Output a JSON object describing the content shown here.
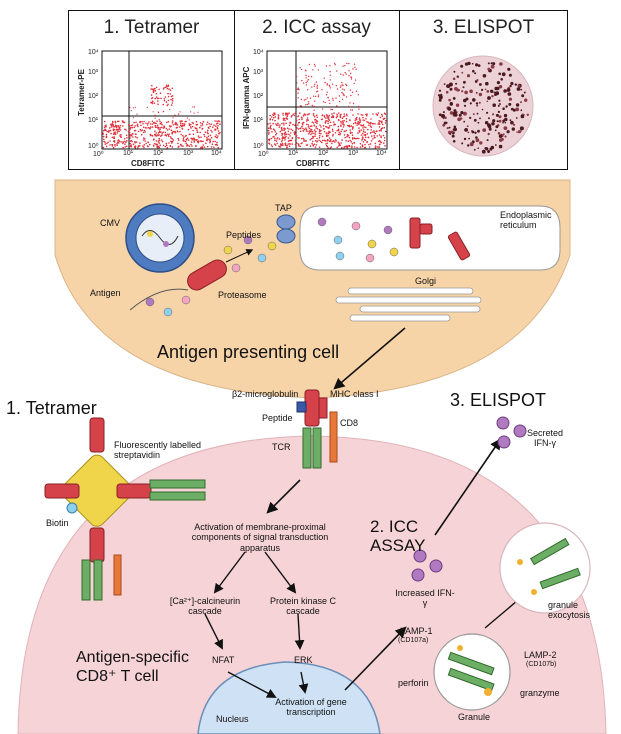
{
  "panels": {
    "tetramer": {
      "title": "1. Tetramer",
      "ylabel": "Tetramer-PE",
      "xlabel": "CD8FITC"
    },
    "icc": {
      "title": "2. ICC assay",
      "ylabel": "IFN-gamma APC",
      "xlabel": "CD8FITC"
    },
    "elispot": {
      "title": "3. ELISPOT"
    }
  },
  "ticks": {
    "x": [
      "10⁰",
      "10¹",
      "10²",
      "10³",
      "10⁴"
    ],
    "y": [
      "10⁰",
      "10¹",
      "10²",
      "10³",
      "10⁴"
    ]
  },
  "apc": {
    "cmv": "CMV",
    "peptides": "Peptides",
    "tap": "TAP",
    "er": "Endoplasmic reticulum",
    "antigen": "Antigen",
    "proteasome": "Proteasome",
    "golgi": "Golgi",
    "title": "Antigen presenting cell"
  },
  "interface": {
    "b2m": "β2-microglobulin",
    "mhc": "MHC class I",
    "peptide": "Peptide",
    "cd8": "CD8",
    "tcr": "TCR"
  },
  "tetramer": {
    "title": "1. Tetramer",
    "strep": "Fluorescently labelled streptavidin",
    "biotin": "Biotin"
  },
  "tcell": {
    "activation": "Activation of membrane-proximal components of signal transduction apparatus",
    "calcineurin": "[Ca²⁺]-calcineurin cascade",
    "pkc": "Protein kinase C cascade",
    "nfat": "NFAT",
    "erk": "ERK",
    "gene": "Activation of gene transcription",
    "nucleus": "Nucleus",
    "title_line1": "Antigen-specific",
    "title_line2": "CD8⁺  T cell"
  },
  "icc": {
    "title_line1": "2. ICC",
    "title_line2": "ASSAY",
    "increased": "Increased IFN-γ"
  },
  "elispot": {
    "title": "3. ELISPOT",
    "secreted": "Secreted IFN-γ"
  },
  "granule": {
    "exocytosis": "granule exocytosis",
    "lamp1": "LAMP-1",
    "lamp1_cd": "(CD107a)",
    "lamp2": "LAMP-2",
    "lamp2_cd": "(CD107b)",
    "perforin": "perforin",
    "granzyme": "granzyme",
    "granule": "Granule"
  },
  "colors": {
    "apc_fill": "#f7d4a8",
    "tcell_fill": "#f6d3d6",
    "nucleus_fill": "#cfe2f5",
    "dot_red": "#e0303a",
    "ifn_purple": "#b07ac0"
  }
}
